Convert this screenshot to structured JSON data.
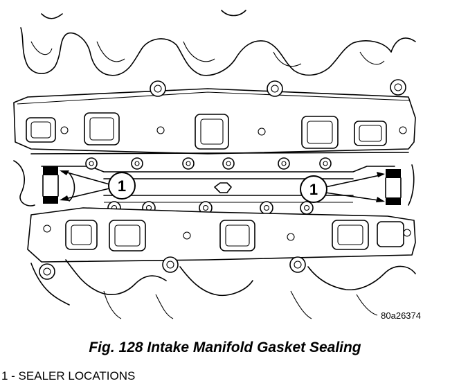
{
  "figure": {
    "artwork_id": "80a26374",
    "callouts": [
      {
        "number": "1"
      },
      {
        "number": "1"
      }
    ]
  },
  "caption": "Fig. 128 Intake Manifold Gasket Sealing",
  "legend": [
    {
      "text": "1 - SEALER LOCATIONS"
    }
  ]
}
